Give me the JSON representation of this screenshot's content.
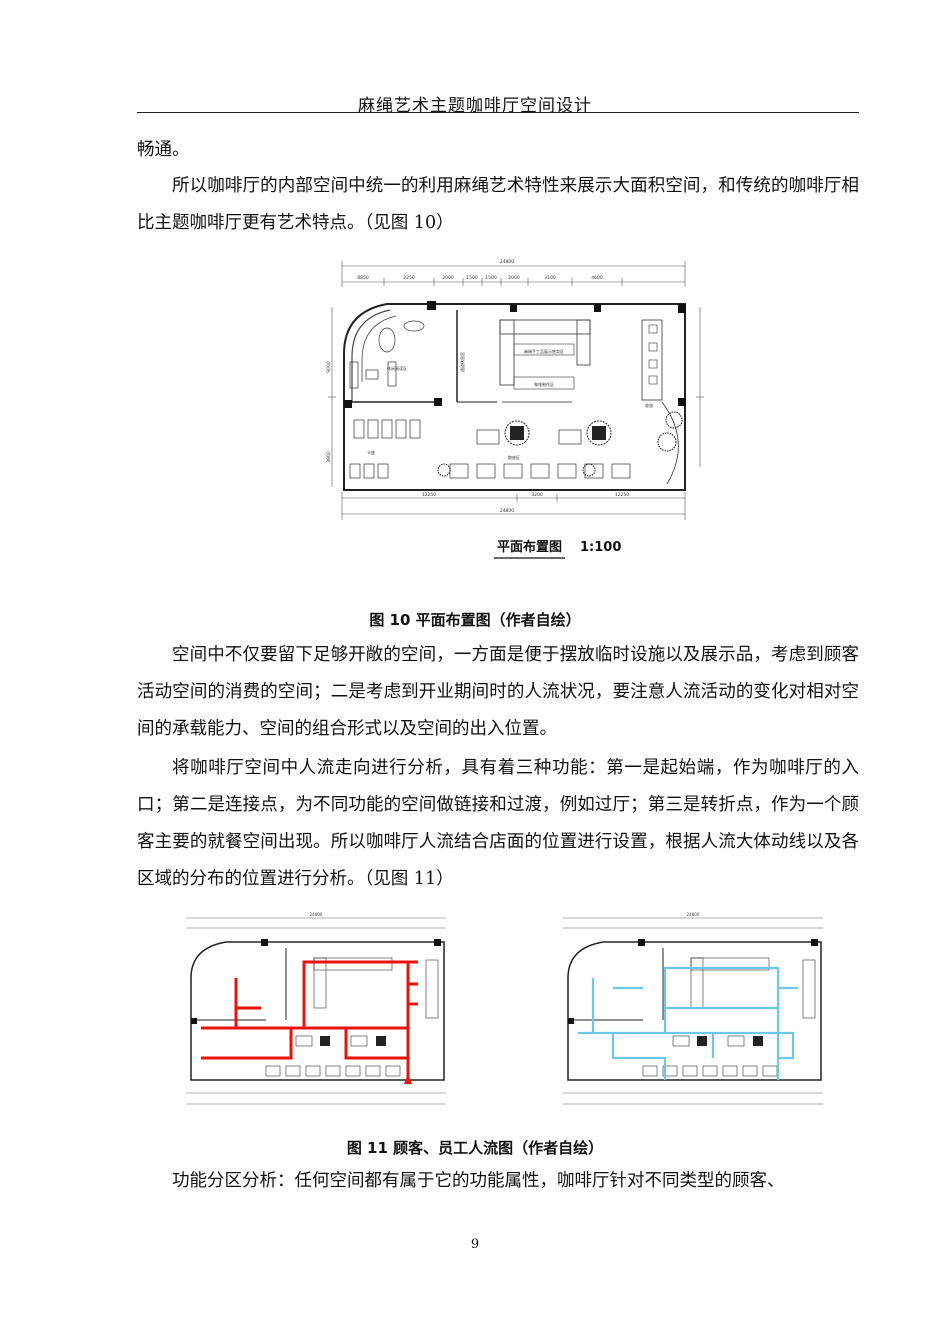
{
  "header": {
    "title": "麻绳艺术主题咖啡厅空间设计"
  },
  "paragraphs": {
    "p0": "畅通。",
    "p1": "所以咖啡厅的内部空间中统一的利用麻绳艺术特性来展示大面积空间，和传统的咖啡厅相比主题咖啡厅更有艺术特点。（见图 10）",
    "p2": "空间中不仅要留下足够开敞的空间，一方面是便于摆放临时设施以及展示品，考虑到顾客活动空间的消费的空间；二是考虑到开业期间时的人流状况，要注意人流活动的变化对相对空间的承载能力、空间的组合形式以及空间的出入位置。",
    "p3": "将咖啡厅空间中人流走向进行分析，具有着三种功能：第一是起始端，作为咖啡厅的入口；第二是连接点，为不同功能的空间做链接和过渡，例如过厅；第三是转折点，作为一个顾客主要的就餐空间出现。所以咖啡厅人流结合店面的位置进行设置，根据人流大体动线以及各区域的分布的位置进行分析。（见图 11）",
    "p4": "功能分区分析：任何空间都有属于它的功能属性，咖啡厅针对不同类型的顾客、"
  },
  "figure10": {
    "plan_title": "平面布置图",
    "plan_scale": "1:100",
    "caption": "图 10   平面布置图（作者自绘）",
    "dims_top_total": "24800",
    "dims_top": [
      "8850",
      "2250",
      "2000",
      "1500",
      "1500",
      "2000",
      "3100",
      "4600"
    ],
    "dims_bottom": [
      "12250",
      "3200",
      "12250"
    ],
    "dims_bottom_total": "24800",
    "dims_side": [
      "9000",
      "3800"
    ],
    "zone_labels": {
      "rope_area": "休闲阅读区",
      "craft_area": "麻绳手工品展示售卖区",
      "coffee_area": "咖啡制作区",
      "corridor": "通道休息区",
      "dining_area": "散座区",
      "booth": "卡座",
      "counter": "收银"
    }
  },
  "figure11": {
    "caption": "图 11   顾客、员工人流图（作者自绘）",
    "left_flow_color": "#e8140c",
    "right_flow_color": "#6ec6ea",
    "dim_total": "24800"
  },
  "page": {
    "number": "9"
  }
}
